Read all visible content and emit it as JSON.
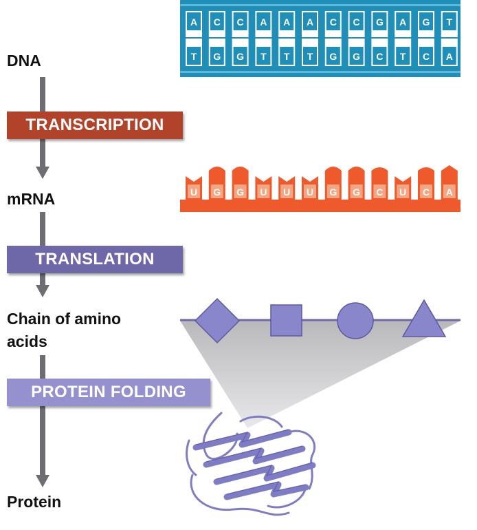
{
  "stages": {
    "dna": "DNA",
    "mrna": "mRNA",
    "amino_chain": "Chain of amino acids",
    "protein": "Protein"
  },
  "processes": {
    "transcription": "TRANSCRIPTION",
    "translation": "TRANSLATION",
    "protein_folding": "PROTEIN FOLDING"
  },
  "dna": {
    "top_strand": [
      "A",
      "C",
      "C",
      "A",
      "A",
      "A",
      "C",
      "C",
      "G",
      "A",
      "G",
      "T"
    ],
    "bottom_strand": [
      "T",
      "G",
      "G",
      "T",
      "T",
      "T",
      "G",
      "G",
      "C",
      "T",
      "C",
      "A"
    ]
  },
  "mrna": {
    "bases": [
      "U",
      "G",
      "G",
      "U",
      "U",
      "U",
      "G",
      "G",
      "C",
      "U",
      "C",
      "A"
    ]
  },
  "amino_acids": {
    "shapes": [
      "diamond",
      "square",
      "circle",
      "triangle"
    ]
  },
  "colors": {
    "dna": "#1f8fb8",
    "transcription": "#b1432b",
    "mrna": "#ee5a2b",
    "translation": "#6e68a8",
    "amino": "#8a86cc",
    "folding": "#9591cf",
    "flow": "#6d6e71"
  }
}
